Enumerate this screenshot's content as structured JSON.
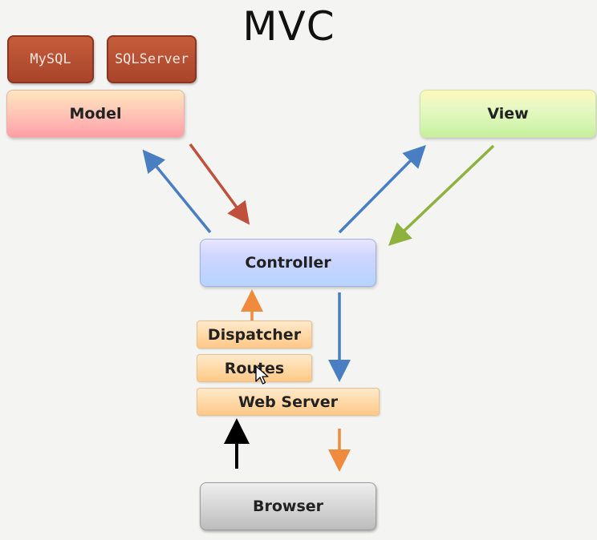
{
  "title": "MVC",
  "nodes": {
    "mysql": "MySQL",
    "sqlserver": "SQLServer",
    "model": "Model",
    "view": "View",
    "controller": "Controller",
    "dispatcher": "Dispatcher",
    "routes": "Routes",
    "web_server": "Web Server",
    "browser": "Browser"
  },
  "colors": {
    "arrow_blue": "#4a7ec2",
    "arrow_red": "#c0503c",
    "arrow_green": "#8db23e",
    "arrow_orange": "#f08a3c",
    "arrow_black": "#000000"
  },
  "edges": [
    {
      "from": "Controller",
      "to": "Model",
      "color": "blue"
    },
    {
      "from": "Model",
      "to": "Controller",
      "color": "red"
    },
    {
      "from": "Controller",
      "to": "View",
      "color": "blue"
    },
    {
      "from": "View",
      "to": "Controller",
      "color": "green"
    },
    {
      "from": "Dispatcher",
      "to": "Controller",
      "color": "orange"
    },
    {
      "from": "Controller",
      "to": "Web Server",
      "color": "blue"
    },
    {
      "from": "Browser",
      "to": "Web Server",
      "color": "black"
    },
    {
      "from": "Web Server",
      "to": "Browser",
      "color": "orange"
    }
  ]
}
